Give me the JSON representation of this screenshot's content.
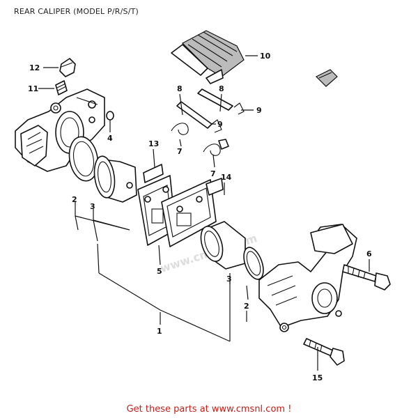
{
  "header": {
    "title": "REAR CALIPER (MODEL P/R/S/T)"
  },
  "watermark": {
    "text": "www.cmsnl.com"
  },
  "callouts": {
    "c1": "1",
    "c2a": "2",
    "c2b": "2",
    "c3a": "3",
    "c3b": "3",
    "c4": "4",
    "c5": "5",
    "c6": "6",
    "c7a": "7",
    "c7b": "7",
    "c8a": "8",
    "c8b": "8",
    "c9a": "9",
    "c9b": "9",
    "c10": "10",
    "c11": "11",
    "c12": "12",
    "c13": "13",
    "c14": "14",
    "c15": "15"
  },
  "footer": {
    "text": "Get these parts at www.cmsnl.com !"
  },
  "colors": {
    "footer_text": "#c0201a",
    "line": "#111111"
  }
}
